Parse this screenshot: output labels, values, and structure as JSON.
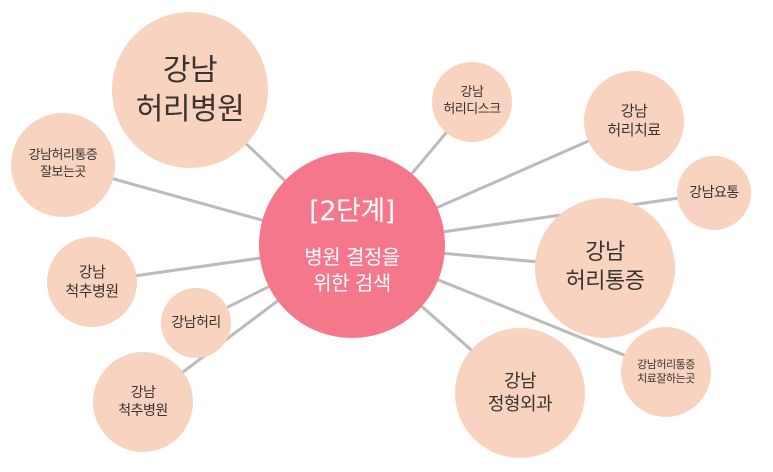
{
  "center": {
    "title": "[2단계]",
    "line1": "병원 결정을",
    "line2": "위한 검색"
  },
  "nodes": [
    {
      "line1": "강남",
      "line2": "허리병원"
    },
    {
      "line1": "강남",
      "line2": "허리디스크"
    },
    {
      "line1": "강남",
      "line2": "허리치료"
    },
    {
      "line1": "강남요통"
    },
    {
      "line1": "강남",
      "line2": "허리통증"
    },
    {
      "line1": "강남허리통증",
      "line2": "치료잘하는곳"
    },
    {
      "line1": "강남",
      "line2": "정형외과"
    },
    {
      "line1": "강남",
      "line2": "척추병원"
    },
    {
      "line1": "강남허리"
    },
    {
      "line1": "강남",
      "line2": "척추병원"
    },
    {
      "line1": "강남허리통증",
      "line2": "잘보는곳"
    }
  ],
  "colors": {
    "center": "#f4778b",
    "node": "#f8d3bf",
    "link": "#bbbbbb"
  }
}
